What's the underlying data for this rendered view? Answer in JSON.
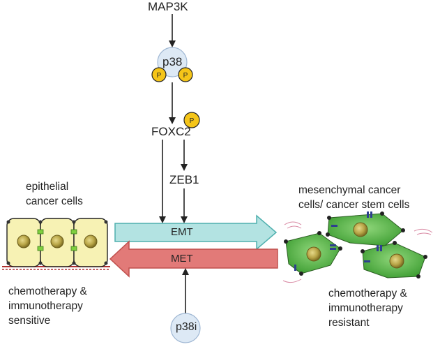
{
  "nodes": {
    "map3k": "MAP3K",
    "p38": "p38",
    "foxc2": "FOXC2",
    "zeb1": "ZEB1",
    "p38i": "p38i",
    "phospho": "P"
  },
  "arrows": {
    "emt": "EMT",
    "met": "MET"
  },
  "left": {
    "cell_label_1": "epithelial",
    "cell_label_2": "cancer cells",
    "status_1": "chemotherapy &",
    "status_2": "immunotherapy",
    "status_3": "sensitive"
  },
  "right": {
    "cell_label_1": "mesenchymal cancer",
    "cell_label_2": "cells/ cancer stem cells",
    "status_1": "chemotherapy &",
    "status_2": "immunotherapy",
    "status_3": "resistant"
  },
  "colors": {
    "emt_fill": "#b3e3e2",
    "emt_stroke": "#4fb0ae",
    "met_fill": "#e27a78",
    "met_stroke": "#c0504d",
    "phospho_fill": "#f5c518",
    "epithelial_cell": "#f7f2b4",
    "mesenchymal_cell": "#5fbf4a",
    "p38_fill": "#dde9f5",
    "p38i_fill": "#dde9f5"
  }
}
